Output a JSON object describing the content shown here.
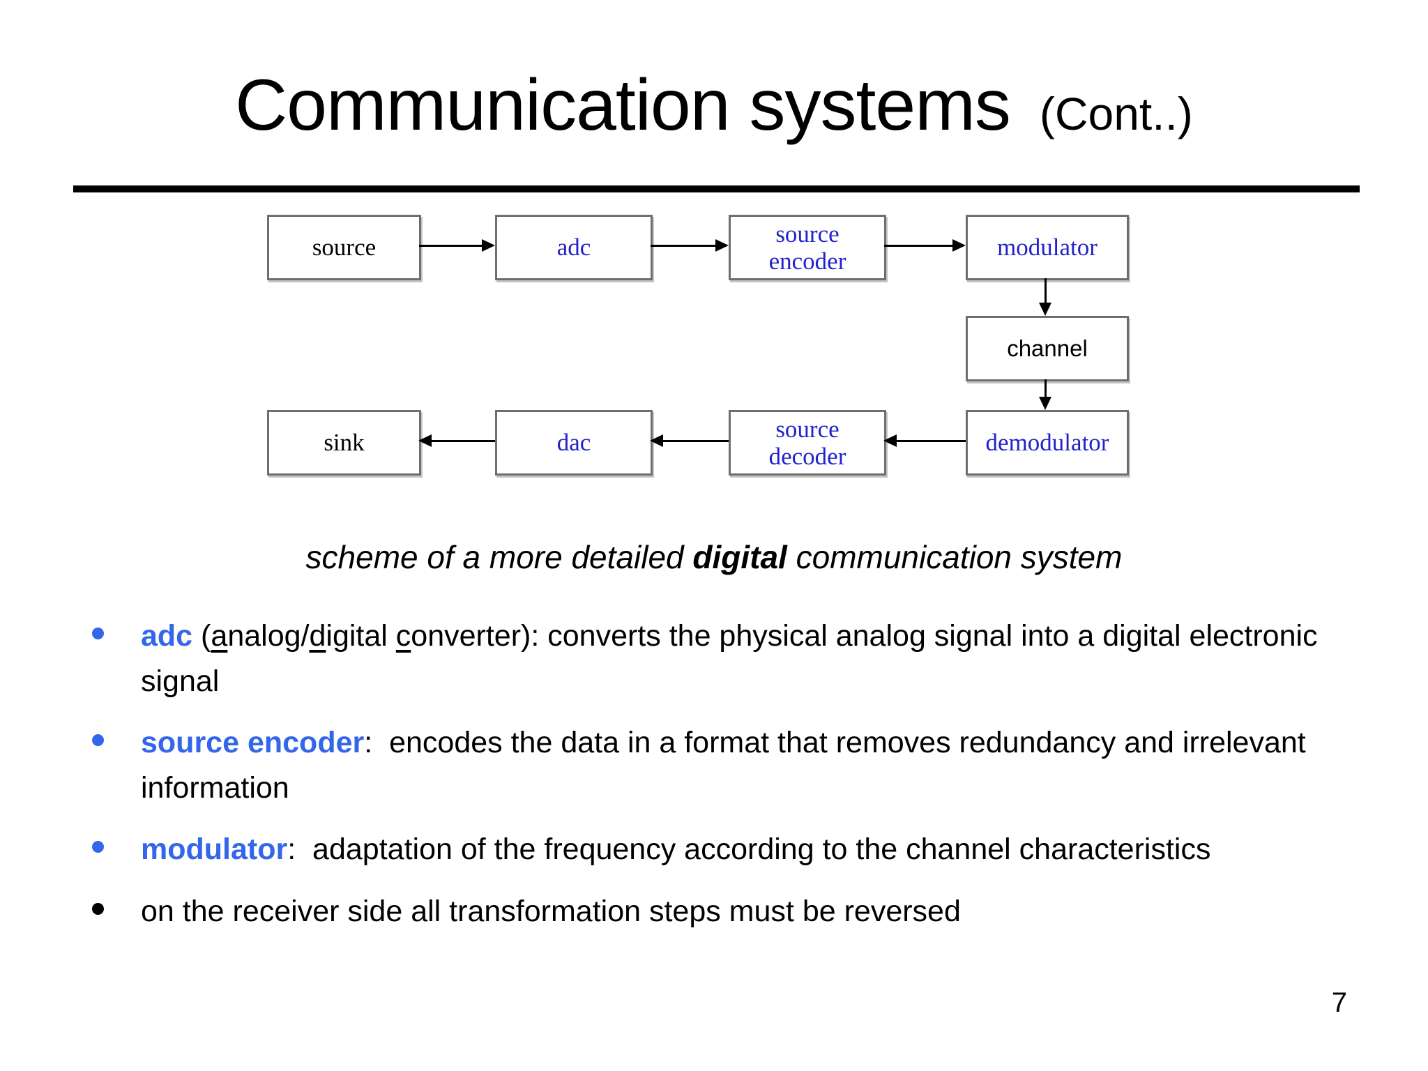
{
  "slide": {
    "title": {
      "main": "Communication systems",
      "cont": "(Cont..)"
    },
    "page_number": "7"
  },
  "diagram": {
    "caption": {
      "pre": "scheme of a more detailed ",
      "bold": "digital",
      "post": " communication system"
    },
    "boxes": {
      "source": {
        "label": "source",
        "color": "black"
      },
      "adc": {
        "label": "adc",
        "color": "blue"
      },
      "source_encoder": {
        "label": "source encoder",
        "color": "blue"
      },
      "modulator": {
        "label": "modulator",
        "color": "blue"
      },
      "channel": {
        "label": "channel",
        "color": "black"
      },
      "demodulator": {
        "label": "demodulator",
        "color": "blue"
      },
      "source_decoder": {
        "label": "source decoder",
        "color": "blue"
      },
      "dac": {
        "label": "dac",
        "color": "blue"
      },
      "sink": {
        "label": "sink",
        "color": "black"
      }
    },
    "connections": [
      "source → adc",
      "adc → source encoder",
      "source encoder → modulator",
      "modulator → channel",
      "channel → demodulator",
      "demodulator → source decoder",
      "source decoder → dac",
      "dac → sink"
    ]
  },
  "bullets": {
    "b1": {
      "dot": "blue",
      "keyword": "adc",
      "open": " (",
      "u1": "a",
      "t1": "nalog/",
      "u2": "d",
      "t2": "igital ",
      "u3": "c",
      "t3": "onverter): converts the physical analog signal into a digital electronic signal"
    },
    "b2": {
      "dot": "blue",
      "keyword": "source encoder",
      "text": ":  encodes the data in a format that removes redundancy and irrelevant information"
    },
    "b3": {
      "dot": "blue",
      "keyword": "modulator",
      "text": ":  adaptation of the frequency according to the channel characteristics"
    },
    "b4": {
      "dot": "black",
      "text": "on the receiver side all transformation steps must be reversed"
    }
  },
  "colors": {
    "keyword_blue": "#3366e8",
    "diagram_blue": "#2222cc",
    "text_black": "#000000"
  }
}
